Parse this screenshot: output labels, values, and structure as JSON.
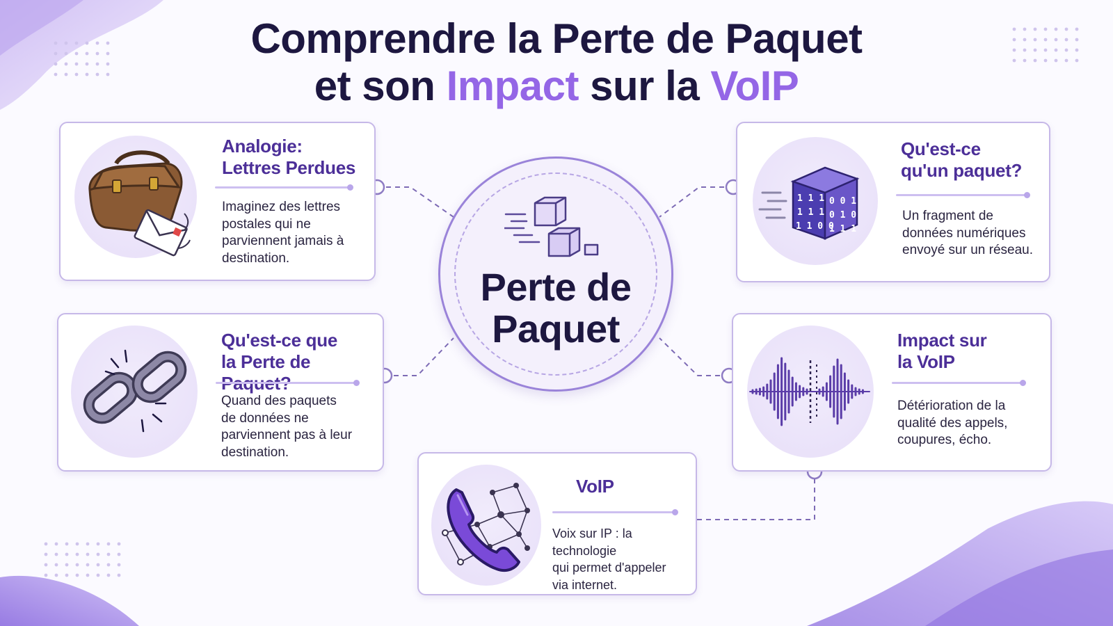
{
  "title": {
    "line1": "Comprendre la Perte de Paquet",
    "line2_a": "et son ",
    "line2_accent1": "Impact",
    "line2_b": " sur la ",
    "line2_accent2": "VoIP"
  },
  "hub": {
    "title_line1": "Perte de",
    "title_line2": "Paquet",
    "icon": "packets-cubes-icon"
  },
  "cards": {
    "analogy": {
      "title_line1": "Analogie:",
      "title_line2": "Lettres Perdues",
      "text_lines": [
        "Imaginez des lettres",
        "postales qui ne",
        "parviennent jamais à",
        "destination."
      ],
      "icon": "mail-bag-letter-icon"
    },
    "what_is_loss": {
      "title_line1": "Qu'est-ce que",
      "title_line2": "la Perte de Paquet?",
      "text_lines": [
        "Quand des paquets",
        "de données ne",
        "parviennent pas à leur",
        "destination."
      ],
      "icon": "broken-chain-icon"
    },
    "what_is_packet": {
      "title_line1": "Qu'est-ce",
      "title_line2": "qu'un paquet?",
      "text_lines": [
        "Un fragment de",
        "données numériques",
        "envoyé sur un réseau."
      ],
      "icon": "binary-cube-icon"
    },
    "impact_voip": {
      "title_line1": "Impact sur",
      "title_line2": "la VoIP",
      "text_lines": [
        "Détérioration de la",
        "qualité des appels,",
        "coupures, écho."
      ],
      "icon": "broken-sound-wave-icon"
    },
    "voip": {
      "title_line1": "VoIP",
      "text_lines": [
        "Voix sur IP : la technologie",
        "qui permet d'appeler",
        "via internet."
      ],
      "icon": "phone-network-icon"
    }
  },
  "colors": {
    "title": "#1d1740",
    "accent": "#9466e6",
    "card_title": "#4c2f98",
    "card_border": "#c6b8e8",
    "connector": "#7d6bb5"
  }
}
